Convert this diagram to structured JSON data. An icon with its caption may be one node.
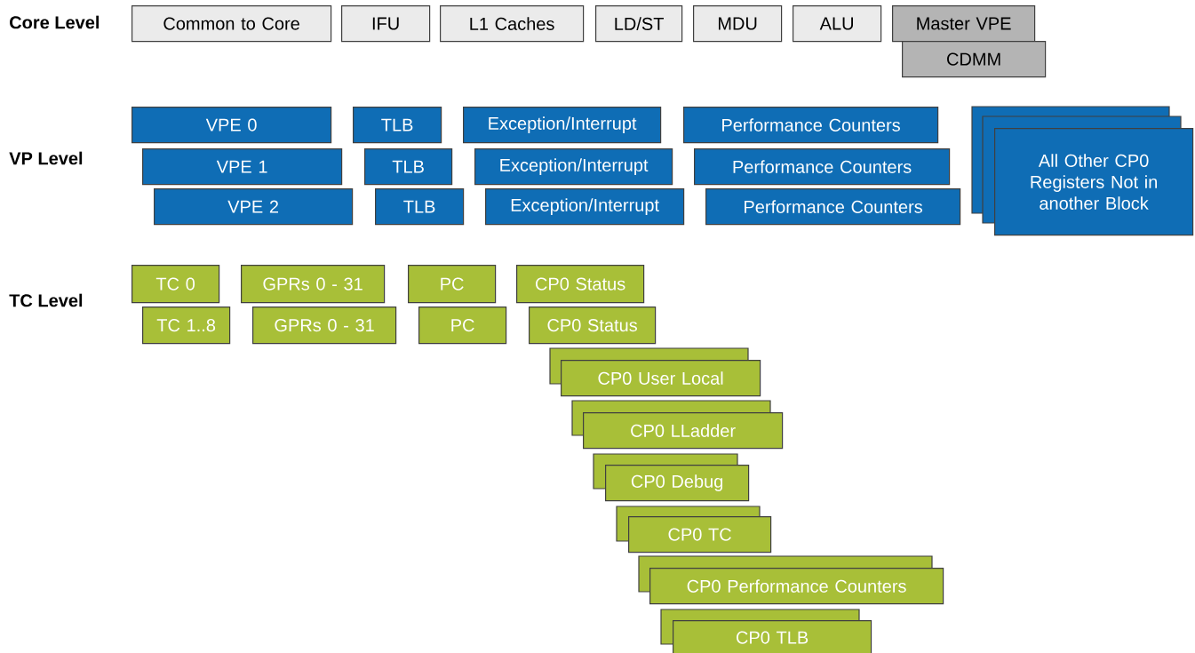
{
  "diagram": {
    "nodes": [
      {
        "text": [
          "Common to Core"
        ]
      },
      {
        "text": [
          "IFU"
        ]
      },
      {
        "text": [
          "L1 Caches"
        ]
      },
      {
        "text": [
          "LD/ST"
        ]
      },
      {
        "text": [
          "MDU"
        ]
      },
      {
        "text": [
          "ALU"
        ]
      },
      {
        "text": [
          "Master VPE"
        ]
      },
      {
        "text": [
          "CDMM"
        ]
      },
      {
        "text": [
          "VPE 0"
        ]
      },
      {
        "text": [
          "TLB"
        ]
      },
      {
        "text": [
          "Exception/Interrupt"
        ]
      },
      {
        "text": [
          "Performance Counters"
        ]
      },
      {
        "text": [
          "All Other CP0 Registers Not in another Block"
        ]
      },
      {
        "text": [
          "VPE 1"
        ]
      },
      {
        "text": [
          "TLB"
        ]
      },
      {
        "text": [
          "Exception/Interrupt"
        ]
      },
      {
        "text": [
          "Performance Counters"
        ]
      },
      {
        "text": [
          "VPE 2"
        ]
      },
      {
        "text": [
          "TLB"
        ]
      },
      {
        "text": [
          "Exception/Interrupt"
        ]
      },
      {
        "text": [
          "Performance Counters"
        ]
      },
      {
        "text": [
          "TC 0"
        ]
      },
      {
        "text": [
          "GPRs 0 - 31"
        ]
      },
      {
        "text": [
          "PC"
        ]
      },
      {
        "text": [
          "CP0 Status"
        ]
      },
      {
        "text": [
          "TC 1..8"
        ]
      },
      {
        "text": [
          "GPRs 0 - 31"
        ]
      },
      {
        "text": [
          "PC"
        ]
      },
      {
        "text": [
          "CP0 Status"
        ]
      },
      {
        "text": [
          "CP0 User Local"
        ]
      },
      {
        "text": [
          "CP0 LLadder"
        ]
      },
      {
        "text": [
          "CP0 Debug"
        ]
      },
      {
        "text": [
          "CP0 TC"
        ]
      },
      {
        "text": [
          "CP0 Performance Counters"
        ]
      },
      {
        "text": [
          "CP0 TLB"
        ]
      }
    ],
    "labels": [
      "Core Level",
      "VP Level",
      "TC Level"
    ]
  }
}
